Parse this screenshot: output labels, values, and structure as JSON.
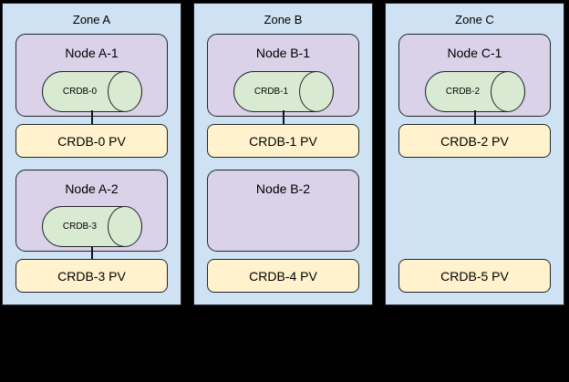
{
  "palette": {
    "background": "#000000",
    "zone_fill": "#cfe2f3",
    "node_fill": "#d9d2e9",
    "cylinder_fill": "#d9ead3",
    "pv_fill": "#fff2cc",
    "border": "#22262b",
    "text": "#000000"
  },
  "zones": [
    {
      "label": "Zone A",
      "node1": {
        "label": "Node A-1",
        "cylinder": "CRDB-0",
        "pv": "CRDB-0 PV"
      },
      "node2": {
        "label": "Node A-2",
        "cylinder": "CRDB-3",
        "pv": "CRDB-3 PV"
      }
    },
    {
      "label": "Zone B",
      "node1": {
        "label": "Node B-1",
        "cylinder": "CRDB-1",
        "pv": "CRDB-1 PV"
      },
      "node2": {
        "label": "Node B-2",
        "pv": "CRDB-4 PV"
      }
    },
    {
      "label": "Zone C",
      "node1": {
        "label": "Node C-1",
        "cylinder": "CRDB-2",
        "pv": "CRDB-2 PV"
      },
      "node2": {
        "pv": "CRDB-5 PV"
      }
    }
  ]
}
